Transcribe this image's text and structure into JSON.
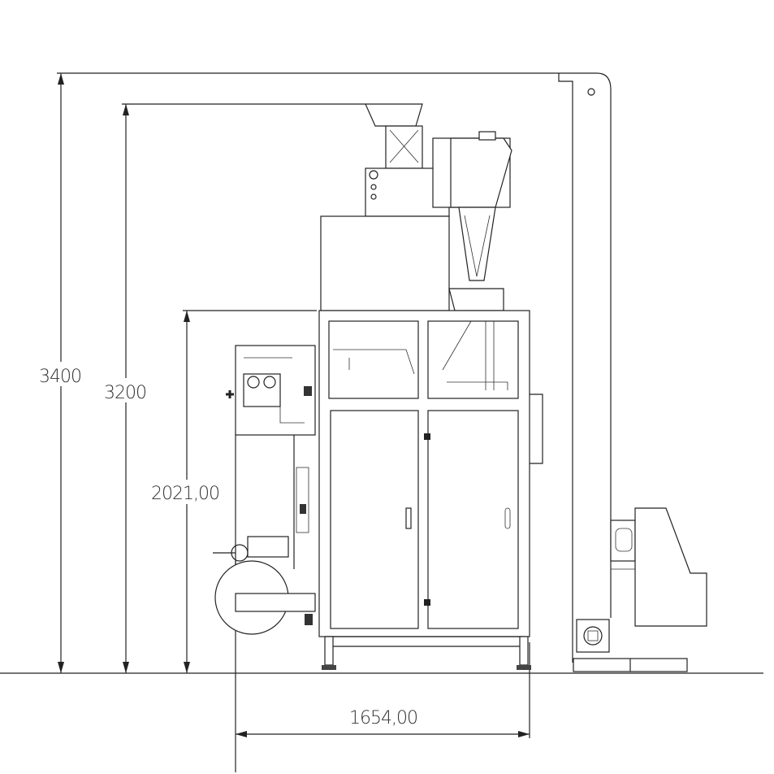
{
  "drawing": {
    "dimensions": {
      "total_height": "3400",
      "machine_height": "3200",
      "frame_height": "2021,00",
      "width": "1654,00"
    }
  }
}
